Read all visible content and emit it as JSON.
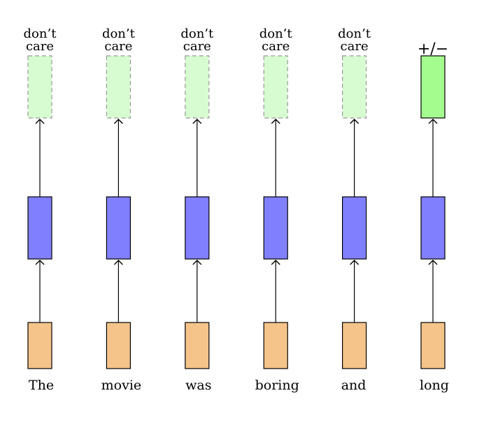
{
  "columns": [
    {
      "word": "The",
      "output": "don't care",
      "output_line1": "don’t",
      "output_line2": "care",
      "output_kind": "dont-care"
    },
    {
      "word": "movie",
      "output": "don't care",
      "output_line1": "don’t",
      "output_line2": "care",
      "output_kind": "dont-care"
    },
    {
      "word": "was",
      "output": "don't care",
      "output_line1": "don’t",
      "output_line2": "care",
      "output_kind": "dont-care"
    },
    {
      "word": "boring",
      "output": "don't care",
      "output_line1": "don’t",
      "output_line2": "care",
      "output_kind": "dont-care"
    },
    {
      "word": "and",
      "output": "don't care",
      "output_line1": "don’t",
      "output_line2": "care",
      "output_kind": "dont-care"
    },
    {
      "word": "long",
      "output": "+/−",
      "output_line1": "+/−",
      "output_line2": "",
      "output_kind": "prediction"
    }
  ],
  "colors": {
    "input_fill": "#f5c48a",
    "hidden_fill": "#8080ff",
    "output_fill": "#a4fc8f",
    "dont_care_fill": "#d8fcd2",
    "dont_care_stroke": "#999999",
    "stroke": "#000000"
  }
}
